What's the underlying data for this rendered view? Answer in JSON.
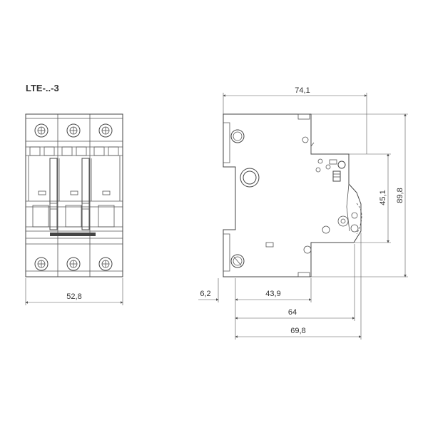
{
  "front_view": {
    "title": "LTE-..-3",
    "width_label": "52,8"
  },
  "side_view": {
    "top_width_label": "74,1",
    "height_inner_label": "45,1",
    "height_total_label": "89,8",
    "offset_label": "6,2",
    "depth_a_label": "43,9",
    "depth_b_label": "64",
    "depth_c_label": "69,8"
  },
  "colors": {
    "line": "#444444",
    "text": "#333333"
  }
}
